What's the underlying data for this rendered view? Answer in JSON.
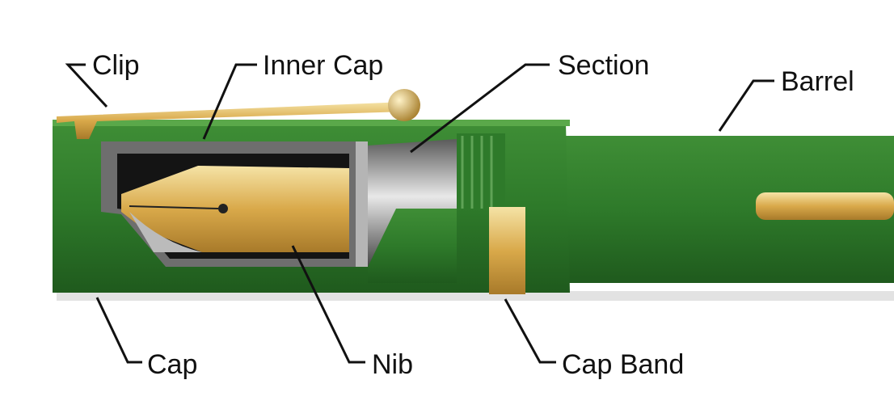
{
  "title": "Fountain pen anatomy",
  "labels": {
    "clip": "Clip",
    "inner_cap": "Inner Cap",
    "section": "Section",
    "barrel": "Barrel",
    "cap": "Cap",
    "nib": "Nib",
    "cap_band": "Cap Band"
  },
  "colors": {
    "green": "#2f7a2c",
    "dark_green": "#1f5a1d",
    "gold": "#d9b560",
    "gray": "#8a8a8a"
  }
}
